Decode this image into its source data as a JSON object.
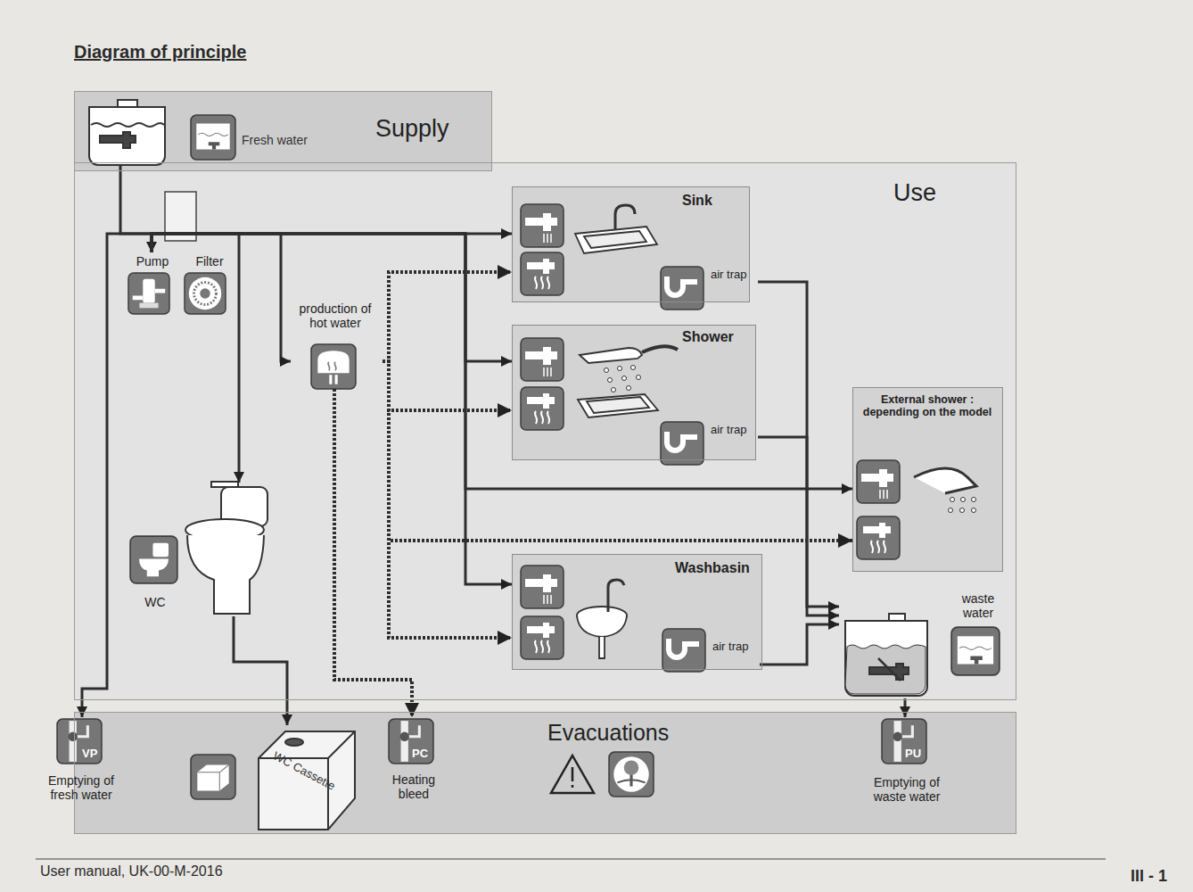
{
  "diagram": {
    "title": "Diagram of principle",
    "nodes": [
      {
        "text": [
          "Supply"
        ]
      },
      {
        "text": [
          "Fresh water"
        ],
        "in": 0
      },
      {
        "text": [
          "Use"
        ]
      },
      {
        "text": [
          "Pump"
        ],
        "in": 2
      },
      {
        "text": [
          "Filter"
        ],
        "in": 2
      },
      {
        "text": [
          "production of hot water"
        ],
        "in": 2
      },
      {
        "text": [
          "Sink"
        ],
        "in": 2
      },
      {
        "text": [
          "air trap"
        ],
        "in": 6
      },
      {
        "text": [
          "Shower"
        ],
        "in": 2
      },
      {
        "text": [
          "air trap"
        ],
        "in": 8
      },
      {
        "text": [
          "External shower : depending on the model"
        ],
        "in": 2
      },
      {
        "text": [
          "Washbasin"
        ],
        "in": 2
      },
      {
        "text": [
          "air trap"
        ],
        "in": 11
      },
      {
        "text": [
          "WC"
        ],
        "in": 2
      },
      {
        "text": [
          "waste water"
        ],
        "in": 2
      },
      {
        "text": [
          "Evacuations"
        ]
      },
      {
        "text": [
          "VP",
          "Emptying of fresh water"
        ],
        "in": 15
      },
      {
        "text": [
          "WC Cassette"
        ],
        "in": 15
      },
      {
        "text": [
          "PC",
          "Heating bleed"
        ],
        "in": 15
      },
      {
        "text": [
          "PU",
          "Emptying of waste water"
        ],
        "in": 15
      }
    ],
    "edges": [
      {
        "from": 1,
        "to": 3,
        "arrow": "to"
      },
      {
        "from": 3,
        "to": 6,
        "arrow": "to"
      },
      {
        "from": 3,
        "to": 5,
        "arrow": "to"
      },
      {
        "from": 3,
        "to": 13,
        "arrow": "to"
      },
      {
        "from": 3,
        "to": 16,
        "arrow": "to"
      },
      {
        "from": 3,
        "to": 8,
        "arrow": "to"
      },
      {
        "from": 3,
        "to": 10,
        "arrow": "to"
      },
      {
        "from": 3,
        "to": 11,
        "arrow": "to"
      },
      {
        "from": 5,
        "to": 6,
        "arrow": "to"
      },
      {
        "from": 5,
        "to": 8,
        "arrow": "to"
      },
      {
        "from": 5,
        "to": 10,
        "arrow": "to"
      },
      {
        "from": 5,
        "to": 11,
        "arrow": "to"
      },
      {
        "from": 5,
        "to": 18,
        "arrow": "to"
      },
      {
        "from": 7,
        "to": 14,
        "arrow": "to"
      },
      {
        "from": 9,
        "to": 14,
        "arrow": "to"
      },
      {
        "from": 12,
        "to": 14,
        "arrow": "to"
      },
      {
        "from": 13,
        "to": 17,
        "arrow": "to"
      },
      {
        "from": 14,
        "to": 19,
        "arrow": "to"
      }
    ],
    "labels": [
      "User manual, UK-00-M-2016",
      "III - 1"
    ]
  }
}
